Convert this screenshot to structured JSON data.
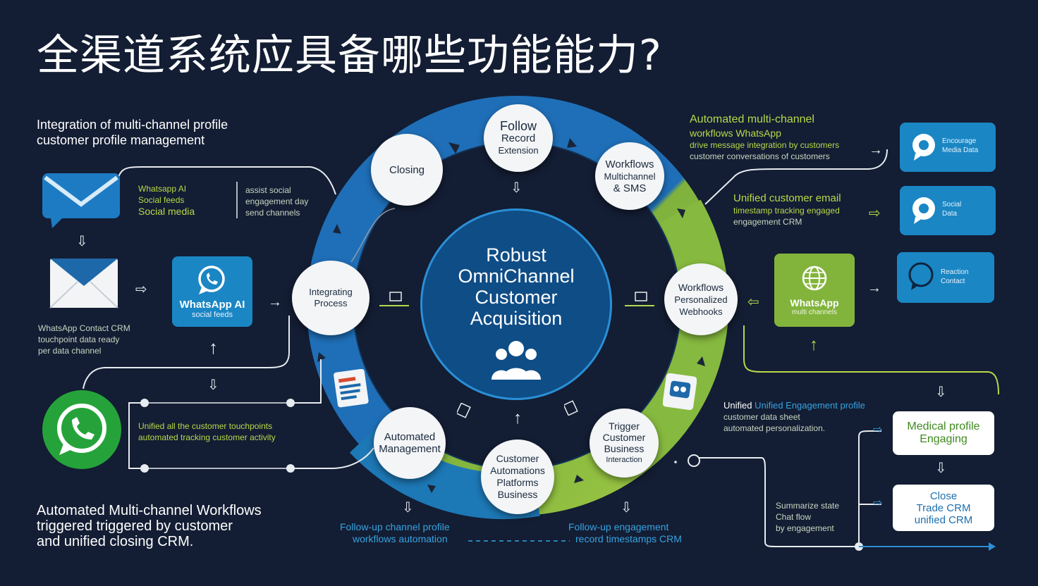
{
  "title": "全渠道系统应具备哪些功能能力?",
  "top_left": {
    "heading_line1": "Integration of multi-channel profile",
    "heading_line2": "customer profile management"
  },
  "left_notes": {
    "green_line1": "Whatsapp AI",
    "green_line2": "Social feeds",
    "green_line3": "Social media",
    "white_line1": "assist social",
    "white_line2": "engagement day",
    "white_line3": "send channels",
    "crm_line1": "WhatsApp Contact CRM",
    "crm_line2": "touchpoint data ready",
    "crm_line3": "per data channel",
    "whatsapp_box_line1": "WhatsApp AI",
    "whatsapp_box_line2": "social feeds",
    "bottom_line1": "Unified all the customer touchpoints",
    "bottom_line2": "automated tracking customer activity"
  },
  "bottom_left": {
    "line1": "Automated Multi-channel Workflows",
    "line2": "triggered  triggered by customer",
    "line3": "and unified closing CRM."
  },
  "center": {
    "line1": "Robust",
    "line2": "OmniChannel",
    "line3": "Customer",
    "line4": "Acquisition"
  },
  "nodes": {
    "top": [
      "Follow",
      "Record",
      "Extension"
    ],
    "top_left": [
      "Closing"
    ],
    "top_right": [
      "Workflows",
      "Multichannel",
      "& SMS"
    ],
    "left": [
      "Integrating",
      "Process"
    ],
    "right": [
      "Workflows",
      "Personalized",
      "Webhooks"
    ],
    "bottom_left": [
      "Automated",
      "Management"
    ],
    "bottom": [
      "Customer",
      "Automations",
      "Platforms",
      "Business"
    ],
    "bottom_right": [
      "Trigger",
      "Customer",
      "Business",
      "Interaction"
    ]
  },
  "bottom_center": {
    "left_line1": "Follow-up channel profile",
    "left_line2": "workflows automation",
    "right_line1": "Follow-up engagement",
    "right_line2": "record timestamps CRM"
  },
  "right_notes": {
    "auto_line1": "Automated multi-channel",
    "auto_line2": "workflows WhatsApp",
    "auto_line3": "drive message integration by customers",
    "auto_line4": "customer conversations of customers",
    "unified_line1": "Unified customer email",
    "unified_line2": "timestamp tracking engaged",
    "unified_line3": "engagement CRM",
    "whatsapp_box": "WhatsApp",
    "whatsapp_sub": "multi channels",
    "engage_line1": "Unified Engagement profile",
    "engage_line2": "customer data sheet",
    "engage_line3": "automated personalization.",
    "summary_line1": "Summarize state",
    "summary_line2": "Chat flow",
    "summary_line3": "by engagement",
    "box_profile_line1": "Medical profile",
    "box_profile_line2": "Engaging",
    "box_crm_line1": "Close",
    "box_crm_line2": "Trade CRM",
    "box_crm_line3": "unified CRM"
  },
  "right_tiles": {
    "tile1_line1": "Encourage",
    "tile1_line2": "Media Data",
    "tile2_line1": "Social",
    "tile2_line2": "Data",
    "tile3_line1": "Reaction",
    "tile3_line2": "Contact"
  },
  "colors": {
    "background": "#131d33",
    "ring_blue": "#1d6fae",
    "ring_green": "#7cb342",
    "accent_green": "#b8d94a",
    "accent_blue": "#36a3e0",
    "whatsapp_green": "#25a33a"
  }
}
